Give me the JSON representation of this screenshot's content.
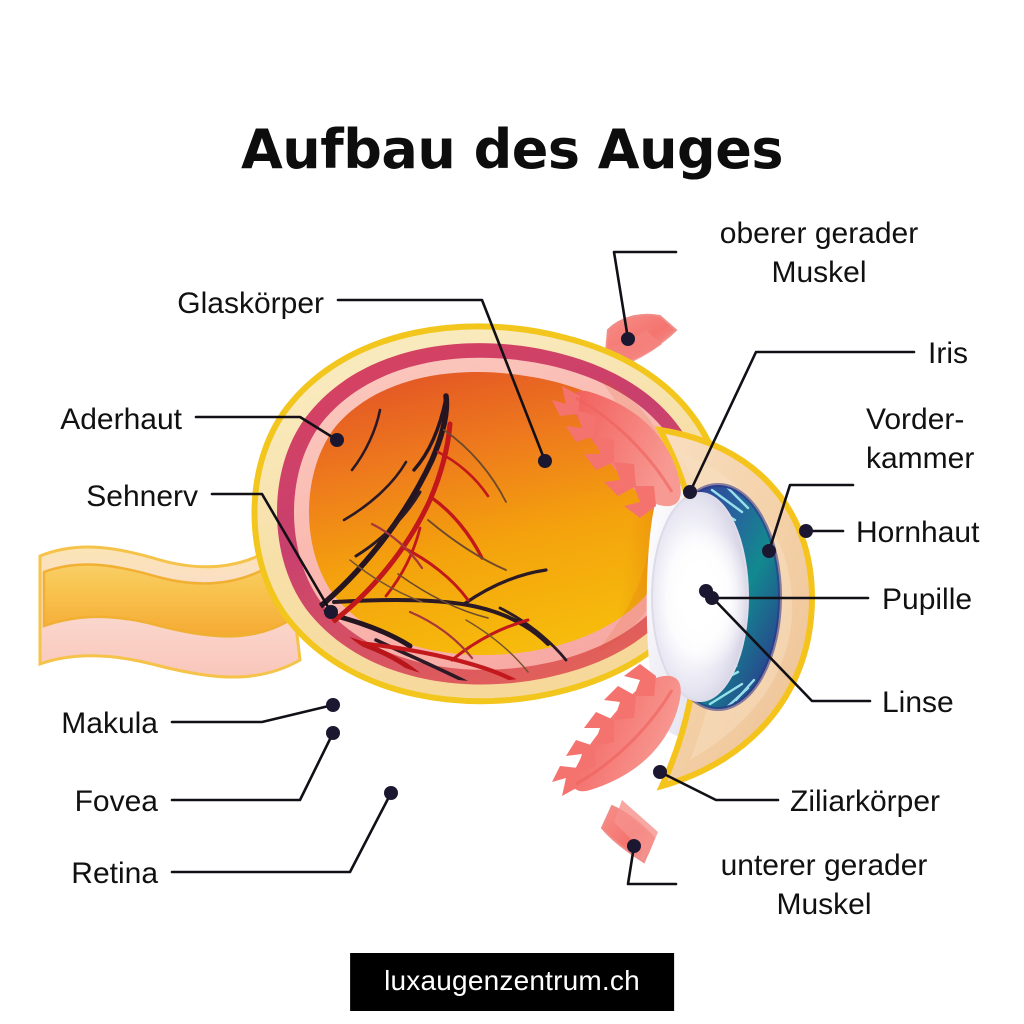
{
  "title": "Aufbau des Auges",
  "footer": {
    "site": "luxaugenzentrum.ch",
    "background_color": "#000000",
    "text_color": "#ffffff"
  },
  "labels": {
    "glaskoerper": "Glaskörper",
    "aderhaut": "Aderhaut",
    "sehnerv": "Sehnerv",
    "makula": "Makula",
    "fovea": "Fovea",
    "retina": "Retina",
    "oberer_gerader_muskel": "oberer gerader\nMuskel",
    "iris": "Iris",
    "vorderkammer": "Vorder-\nkammer",
    "hornhaut": "Hornhaut",
    "pupille": "Pupille",
    "linse": "Linse",
    "ziliarkoerper": "Ziliarkörper",
    "unterer_gerader_muskel": "unterer gerader\nMuskel"
  },
  "colors": {
    "background": "#ffffff",
    "title_text": "#0d0d0d",
    "label_text": "#111111",
    "leader_line": "#121016",
    "leader_dot": "#1b1730",
    "sclera_outline": "#f5c518",
    "sclera_fill": "#f7e3b0",
    "choroid": "#cf4671",
    "retina": "#f8b9b2",
    "vitreous_top": "#e8622a",
    "vitreous_bottom": "#f6b60c",
    "cornea_fill": "#f5d3ad",
    "cornea_outline": "#f7c91d",
    "anterior_chamber": "#e3e3ef",
    "iris_outer": "#31368f",
    "iris_inner": "#0f8e94",
    "iris_rays": "#8fe2ec",
    "lens": "#f2f1f8",
    "ciliary_body": "#f4736f",
    "rectus_muscle": "#f4827e",
    "optic_nerve": "#f6b73f",
    "artery": "#c1181b",
    "vein": "#2b1a20"
  },
  "parts": [
    {
      "name": "Glaskörper",
      "side": "left"
    },
    {
      "name": "Aderhaut",
      "side": "left"
    },
    {
      "name": "Sehnerv",
      "side": "left"
    },
    {
      "name": "Makula",
      "side": "left"
    },
    {
      "name": "Fovea",
      "side": "left"
    },
    {
      "name": "Retina",
      "side": "left"
    },
    {
      "name": "oberer gerader Muskel",
      "side": "right"
    },
    {
      "name": "Iris",
      "side": "right"
    },
    {
      "name": "Vorderkammer",
      "side": "right"
    },
    {
      "name": "Hornhaut",
      "side": "right"
    },
    {
      "name": "Pupille",
      "side": "right"
    },
    {
      "name": "Linse",
      "side": "right"
    },
    {
      "name": "Ziliarkörper",
      "side": "right"
    },
    {
      "name": "unterer gerader Muskel",
      "side": "right"
    }
  ]
}
